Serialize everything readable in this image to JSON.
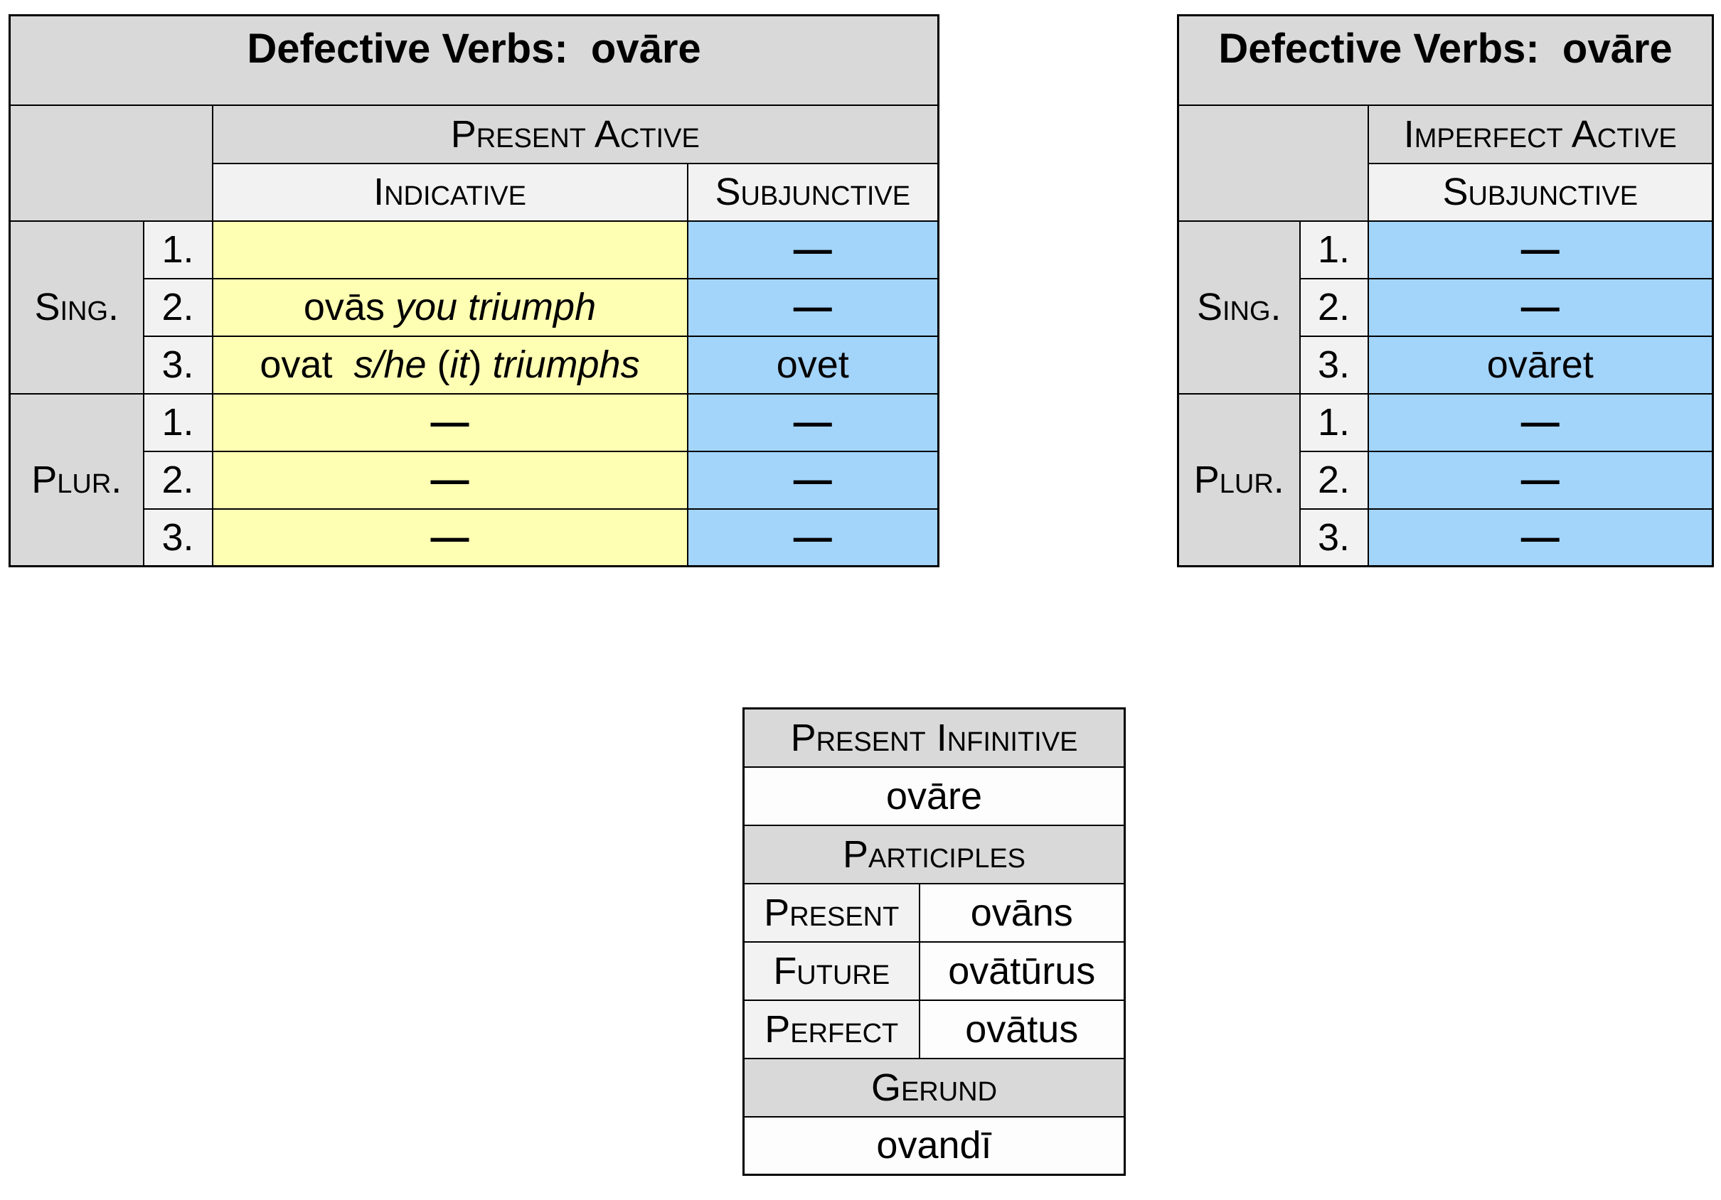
{
  "colors": {
    "header_grey": "#d9d9d9",
    "subheader_grey": "#f2f2f2",
    "indicative_yellow": "#ffffb3",
    "subjunctive_blue": "#a3d4fa",
    "border": "#000000"
  },
  "present_table": {
    "title": "Defective Verbs:  ovāre",
    "tense": "Present Active",
    "moods": [
      "Indicative",
      "Subjunctive"
    ],
    "groups": [
      {
        "label": "Sing.",
        "rows": [
          {
            "num": "1.",
            "ind": [],
            "sub": [
              {
                "t": "—",
                "b": true
              }
            ]
          },
          {
            "num": "2.",
            "ind": [
              {
                "t": "ovās "
              },
              {
                "t": "you triumph",
                "i": true
              }
            ],
            "sub": [
              {
                "t": "—",
                "b": true
              }
            ]
          },
          {
            "num": "3.",
            "ind": [
              {
                "t": "ovat  "
              },
              {
                "t": "s/he ",
                "i": true
              },
              {
                "t": "("
              },
              {
                "t": "it",
                "i": true
              },
              {
                "t": ") "
              },
              {
                "t": "triumphs",
                "i": true
              }
            ],
            "sub": [
              {
                "t": "ovet"
              }
            ]
          }
        ]
      },
      {
        "label": "Plur.",
        "rows": [
          {
            "num": "1.",
            "ind": [
              {
                "t": "—",
                "b": true
              }
            ],
            "sub": [
              {
                "t": "—",
                "b": true
              }
            ]
          },
          {
            "num": "2.",
            "ind": [
              {
                "t": "—",
                "b": true
              }
            ],
            "sub": [
              {
                "t": "—",
                "b": true
              }
            ]
          },
          {
            "num": "3.",
            "ind": [
              {
                "t": "—",
                "b": true
              }
            ],
            "sub": [
              {
                "t": "—",
                "b": true
              }
            ]
          }
        ]
      }
    ]
  },
  "imperfect_table": {
    "title": "Defective Verbs:  ovāre",
    "tense": "Imperfect Active",
    "moods": [
      "Subjunctive"
    ],
    "groups": [
      {
        "label": "Sing.",
        "rows": [
          {
            "num": "1.",
            "sub": [
              {
                "t": "—",
                "b": true
              }
            ]
          },
          {
            "num": "2.",
            "sub": [
              {
                "t": "—",
                "b": true
              }
            ]
          },
          {
            "num": "3.",
            "sub": [
              {
                "t": "ovāret"
              }
            ]
          }
        ]
      },
      {
        "label": "Plur.",
        "rows": [
          {
            "num": "1.",
            "sub": [
              {
                "t": "—",
                "b": true
              }
            ]
          },
          {
            "num": "2.",
            "sub": [
              {
                "t": "—",
                "b": true
              }
            ]
          },
          {
            "num": "3.",
            "sub": [
              {
                "t": "—",
                "b": true
              }
            ]
          }
        ]
      }
    ]
  },
  "nonfinite_table": {
    "infinitive_header": "Present Infinitive",
    "infinitive": "ovāre",
    "participles_header": "Participles",
    "participles": [
      {
        "label": "Present",
        "value": "ovāns"
      },
      {
        "label": "Future",
        "value": "ovātūrus"
      },
      {
        "label": "Perfect",
        "value": "ovātus"
      }
    ],
    "gerund_header": "Gerund",
    "gerund": "ovandī"
  }
}
